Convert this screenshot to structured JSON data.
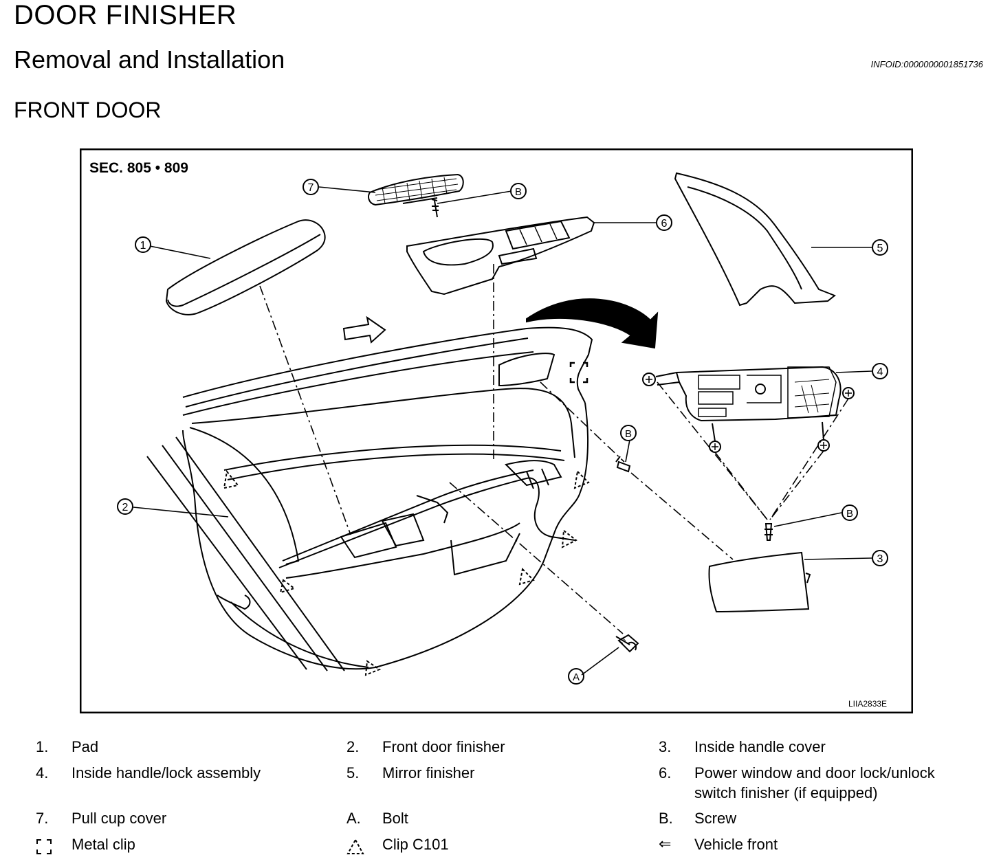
{
  "header": {
    "title": "DOOR FINISHER",
    "subtitle": "Removal and Installation",
    "infoid": "INFOID:0000000001851736",
    "section": "FRONT DOOR"
  },
  "figure": {
    "sec_label": "SEC. 805 • 809",
    "code": "LIIA2833E",
    "callouts": {
      "c1": "1",
      "c2": "2",
      "c3": "3",
      "c4": "4",
      "c5": "5",
      "c6": "6",
      "c7": "7",
      "cA": "A",
      "cB1": "B",
      "cB2": "B",
      "cB3": "B"
    }
  },
  "legend": {
    "i1": {
      "num": "1.",
      "text": "Pad"
    },
    "i2": {
      "num": "2.",
      "text": "Front door finisher"
    },
    "i3": {
      "num": "3.",
      "text": "Inside handle cover"
    },
    "i4": {
      "num": "4.",
      "text": "Inside handle/lock assembly"
    },
    "i5": {
      "num": "5.",
      "text": "Mirror finisher"
    },
    "i6": {
      "num": "6.",
      "text": "Power window and door lock/unlock switch finisher (if equipped)"
    },
    "i7": {
      "num": "7.",
      "text": "Pull cup cover"
    },
    "iA": {
      "num": "A.",
      "text": "Bolt"
    },
    "iB": {
      "num": "B.",
      "text": "Screw"
    },
    "iM": {
      "text": "Metal clip",
      "icon": "metal-clip-icon"
    },
    "iC": {
      "text": "Clip C101",
      "icon": "clip-triangle-icon"
    },
    "iV": {
      "num": "⇐",
      "text": "Vehicle front",
      "icon": "arrow-left-icon"
    }
  }
}
